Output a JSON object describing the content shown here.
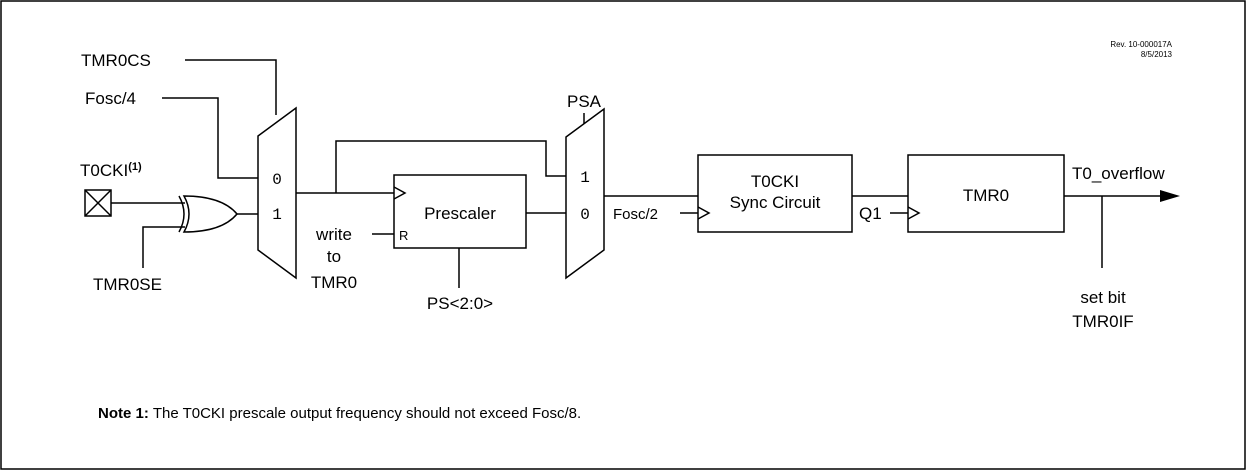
{
  "revision": {
    "line1": "Rev. 10-000017A",
    "line2": "8/5/2013"
  },
  "signals": {
    "tmr0cs": "TMR0CS",
    "fosc4": "Fosc/4",
    "t0cki": "T0CKI",
    "t0cki_note": "(1)",
    "tmr0se": "TMR0SE",
    "write1": "write",
    "write2": "to",
    "write3": "TMR0",
    "psa": "PSA",
    "ps": "PS<2:0>",
    "fosc2": "Fosc/2",
    "q1": "Q1",
    "t0_overflow": "T0_overflow",
    "set_bit1": "set bit",
    "set_bit2": "TMR0IF"
  },
  "blocks": {
    "prescaler": "Prescaler",
    "prescaler_reset": "R",
    "sync_line1": "T0CKI",
    "sync_line2": "Sync Circuit",
    "tmr0": "TMR0"
  },
  "mux1": {
    "in0": "0",
    "in1": "1"
  },
  "mux2": {
    "in1": "1",
    "in0": "0"
  },
  "note": {
    "label": "Note 1:",
    "text": "The T0CKI prescale output frequency should not exceed Fosc/8."
  }
}
